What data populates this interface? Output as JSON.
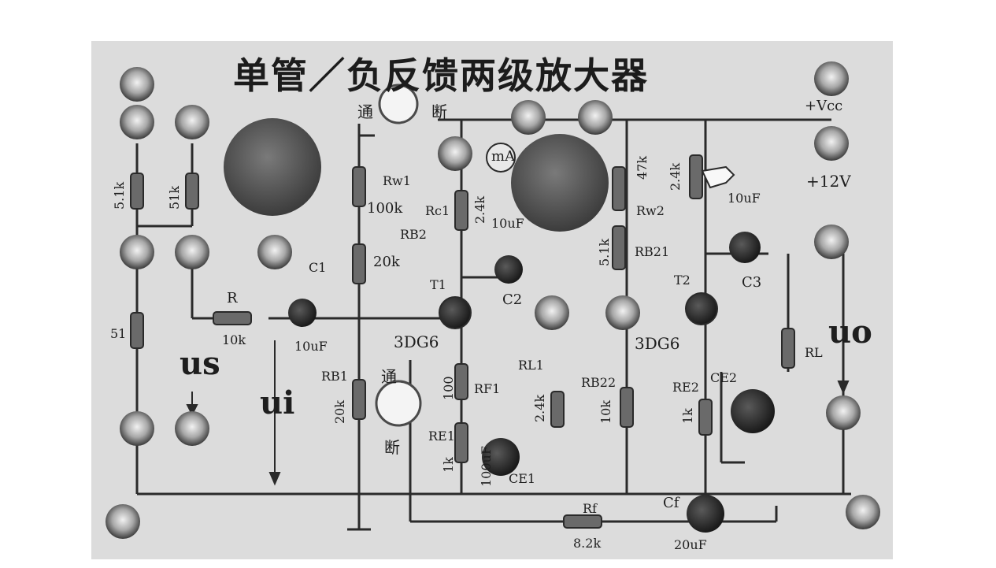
{
  "title": "单管／负反馈两级放大器",
  "labels": {
    "tong_top": "通",
    "duan_top": "断",
    "tong_bottom": "通",
    "duan_bottom": "断",
    "ma": "mA",
    "vcc": "+Vcc",
    "supply": "+12V",
    "us": "us",
    "ui": "ui",
    "uo": "uo",
    "r": "R",
    "r_value": "10k",
    "c1": "C1",
    "c1_value": "10uF",
    "rw1": "Rw1",
    "rw1_value": "100k",
    "rb2": "RB2",
    "rb2_value": "20k",
    "rc1": "Rc1",
    "rc1_value": "2.4k",
    "c2_value": "10uF",
    "c2": "C2",
    "t1": "T1",
    "t1_type": "3DG6",
    "rb1": "RB1",
    "rb1_value": "20k",
    "rf1": "RF1",
    "rf1_value": "100",
    "re1": "RE1",
    "re1_value": "1k",
    "ce1": "CE1",
    "ce1_value": "100uF",
    "rl1": "RL1",
    "rl1_value": "2.4k",
    "rw2": "Rw2",
    "rw2_value": "47k",
    "rb21": "RB21",
    "rb21_value": "5.1k",
    "rc2_value": "2.4k",
    "c3_value": "10uF",
    "c3": "C3",
    "t2": "T2",
    "t2_type": "3DG6",
    "rb22": "RB22",
    "rb22_value": "10k",
    "re2": "RE2",
    "re2_value": "1k",
    "ce2": "CE2",
    "rl": "RL",
    "rf": "Rf",
    "rf_value": "8.2k",
    "cf": "Cf",
    "cf_value": "20uF",
    "left_51k_a": "5.1k",
    "left_51k_b": "51k",
    "left_51": "51"
  },
  "colors": {
    "board": "#dcdcdc",
    "trace": "#2a2a2a",
    "knob": "#4a4a4a",
    "terminal": "#9a9a9a"
  }
}
